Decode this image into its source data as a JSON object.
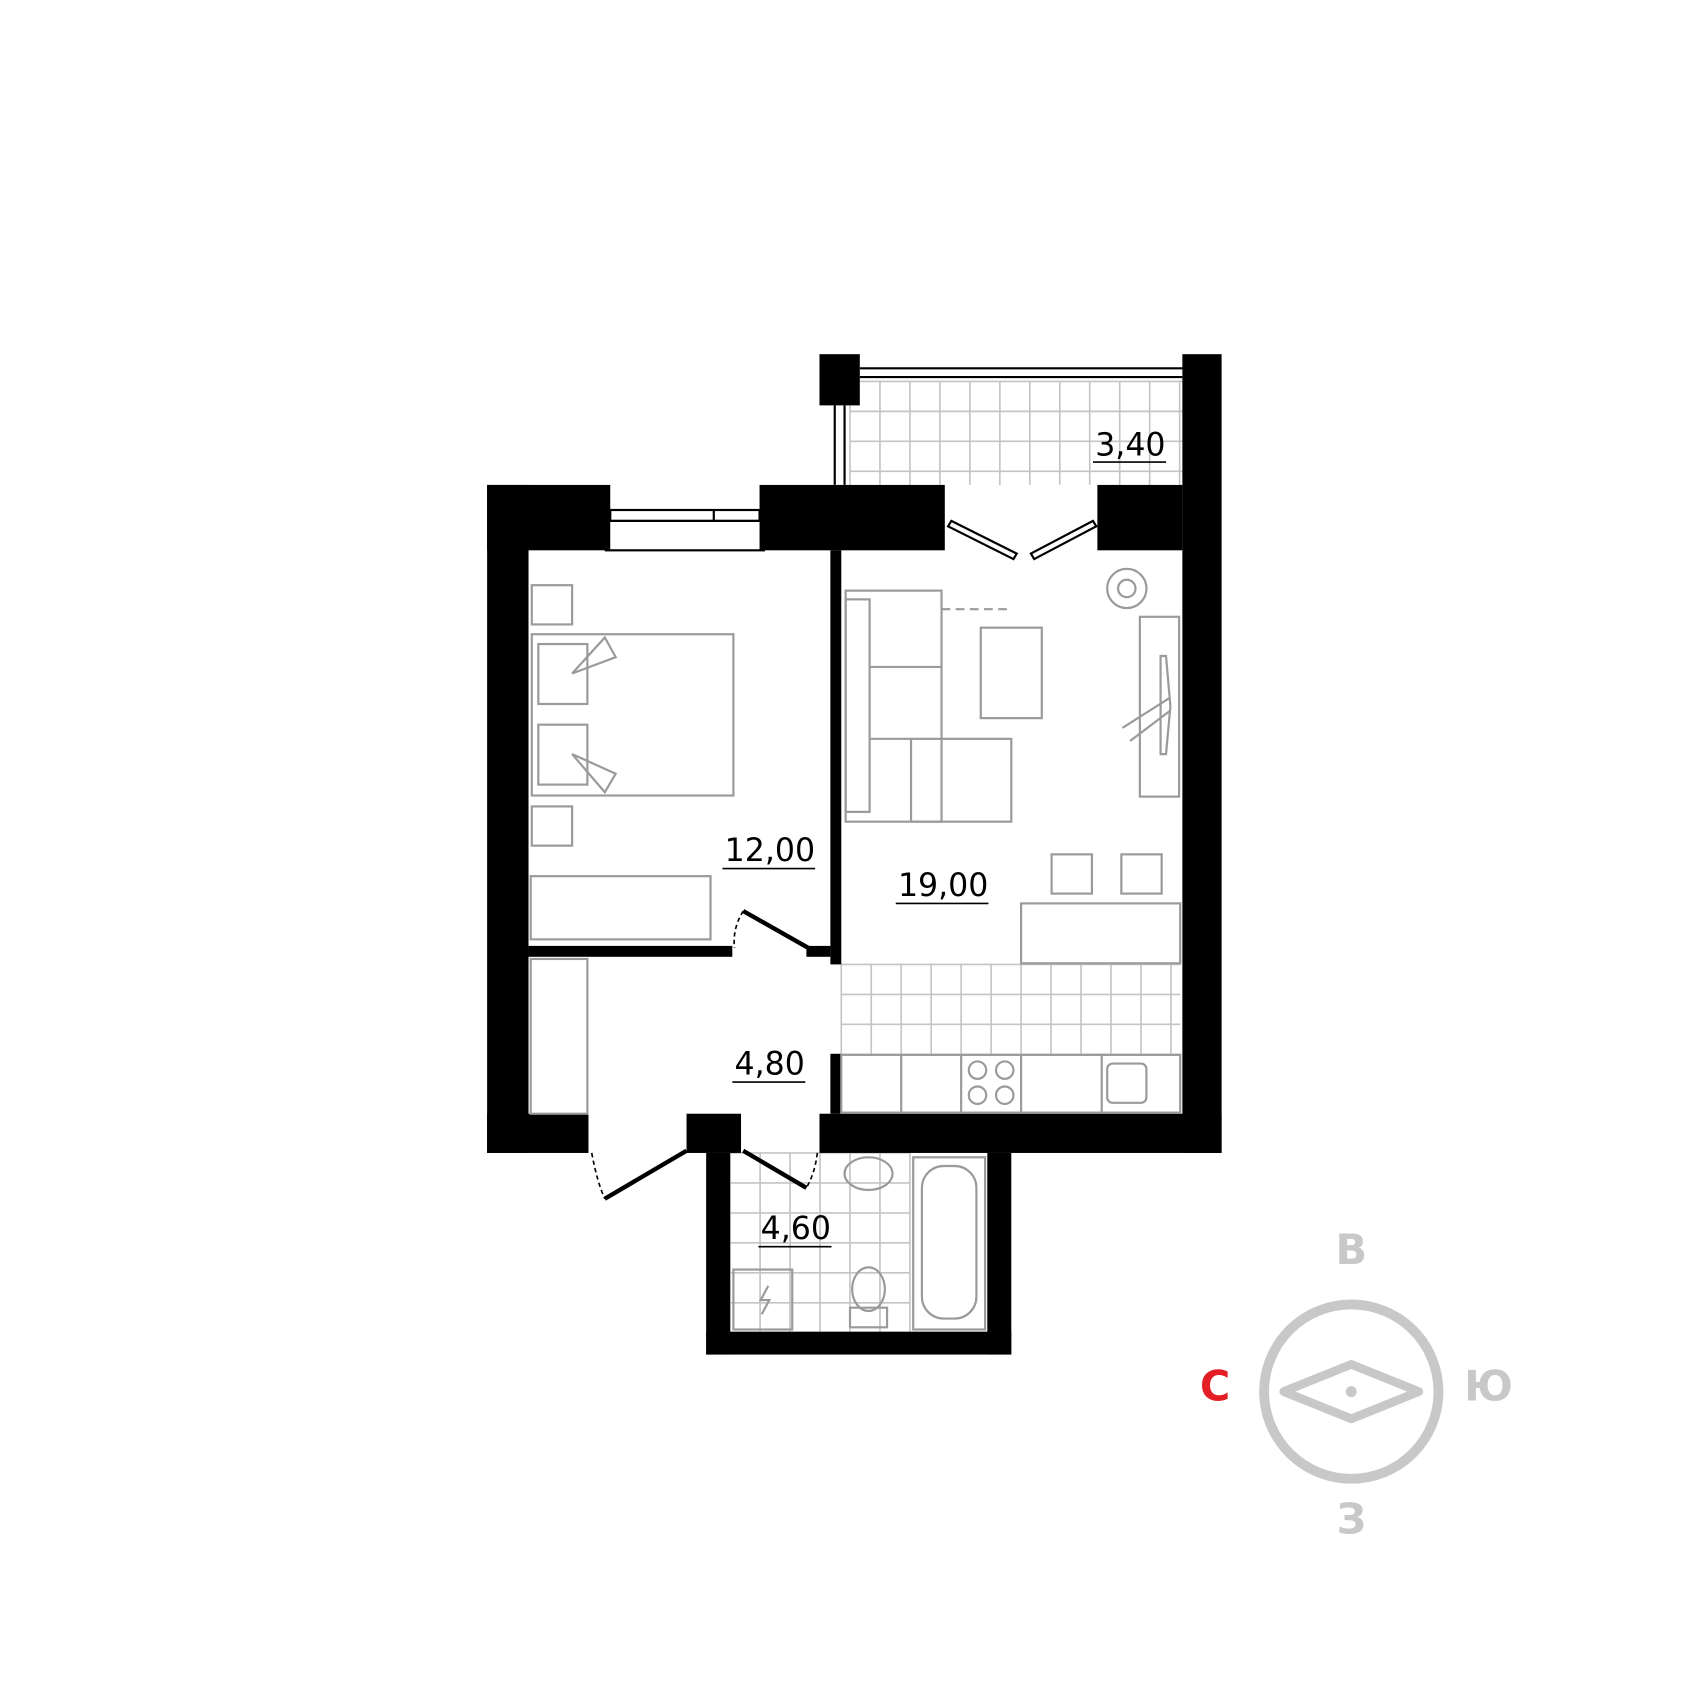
{
  "rooms": [
    {
      "name": "balcony",
      "area": "3,40"
    },
    {
      "name": "bedroom",
      "area": "12,00"
    },
    {
      "name": "living-kitchen",
      "area": "19,00"
    },
    {
      "name": "hallway",
      "area": "4,80"
    },
    {
      "name": "bathroom",
      "area": "4,60"
    }
  ],
  "compass": {
    "north": "С",
    "east": "В",
    "south": "Ю",
    "west": "З",
    "north_color": "#e31e24",
    "other_color": "#c8c8c8"
  }
}
